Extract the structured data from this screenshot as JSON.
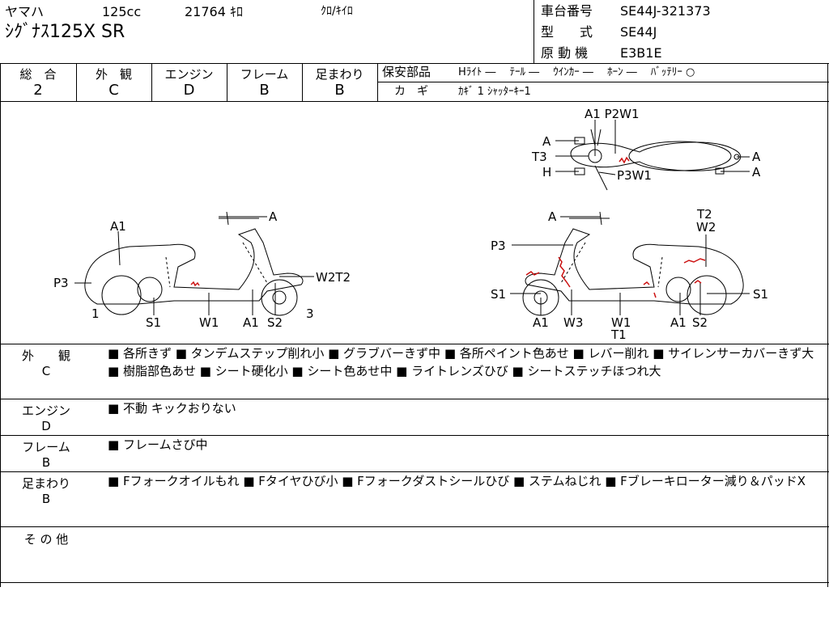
{
  "header": {
    "maker": "ヤマハ",
    "displacement": "125cc",
    "mileage": "21764 ｷﾛ",
    "color": "ｸﾛ/ｷｲﾛ",
    "model_name": "ｼｸﾞﾅｽ125X SR",
    "chassis_label": "車台番号",
    "chassis_value": "SE44J-321373",
    "type_label": "型　　式",
    "type_value": "SE44J",
    "engine_label": "原 動 機",
    "engine_value": "E3B1E"
  },
  "grades": [
    {
      "label": "総　合",
      "value": "2"
    },
    {
      "label": "外　観",
      "value": "C"
    },
    {
      "label": "エンジン",
      "value": "D"
    },
    {
      "label": "フレーム",
      "value": "B"
    },
    {
      "label": "足まわり",
      "value": "B"
    }
  ],
  "safety": {
    "label": "保安部品",
    "items": "Hﾗｲﾄ ―　 ﾃｰﾙ ―　 ｳｲﾝｶｰ ―　 ﾎｰﾝ ―　 ﾊﾞｯﾃﾘｰ ○",
    "key_label": "カ　ギ",
    "key_value": "ｶｷﾞ 1 ｼｬｯﾀｰｷｰ1"
  },
  "diagram_labels": {
    "top": [
      "A1 P2W1",
      "A",
      "T3",
      "H",
      "P3W1",
      "A",
      "A"
    ],
    "left": [
      "A",
      "A1",
      "P3",
      "W2T2",
      "1",
      "3",
      "S1",
      "W1",
      "A1",
      "S2"
    ],
    "right": [
      "A",
      "T2",
      "W2",
      "P3",
      "S1",
      "S1",
      "A1",
      "W3",
      "W1",
      "T1",
      "A1",
      "S2"
    ]
  },
  "sections": [
    {
      "label": "外　　観",
      "grade": "C",
      "text": "■ 各所きず ■ タンデムステップ削れ小 ■ グラブバーきず中 ■ 各所ペイント色あせ ■ レバー削れ ■ サイレンサーカバーきず大 ■ 樹脂部色あせ ■ シート硬化小 ■ シート色あせ中 ■ ライトレンズひび ■ シートステッチほつれ大"
    },
    {
      "label": "エンジン",
      "grade": "D",
      "text": "■ 不動 キックおりない"
    },
    {
      "label": "フレーム",
      "grade": "B",
      "text": "■ フレームさび中"
    },
    {
      "label": "足まわり",
      "grade": "B",
      "text": "■ Fフォークオイルもれ ■ Fタイヤひび小 ■ Fフォークダストシールひび ■ ステムねじれ ■ Fブレーキローター減り＆パッドX"
    },
    {
      "label": "そ の 他",
      "grade": "",
      "text": ""
    }
  ],
  "colors": {
    "damage_mark": "#cc1111"
  }
}
